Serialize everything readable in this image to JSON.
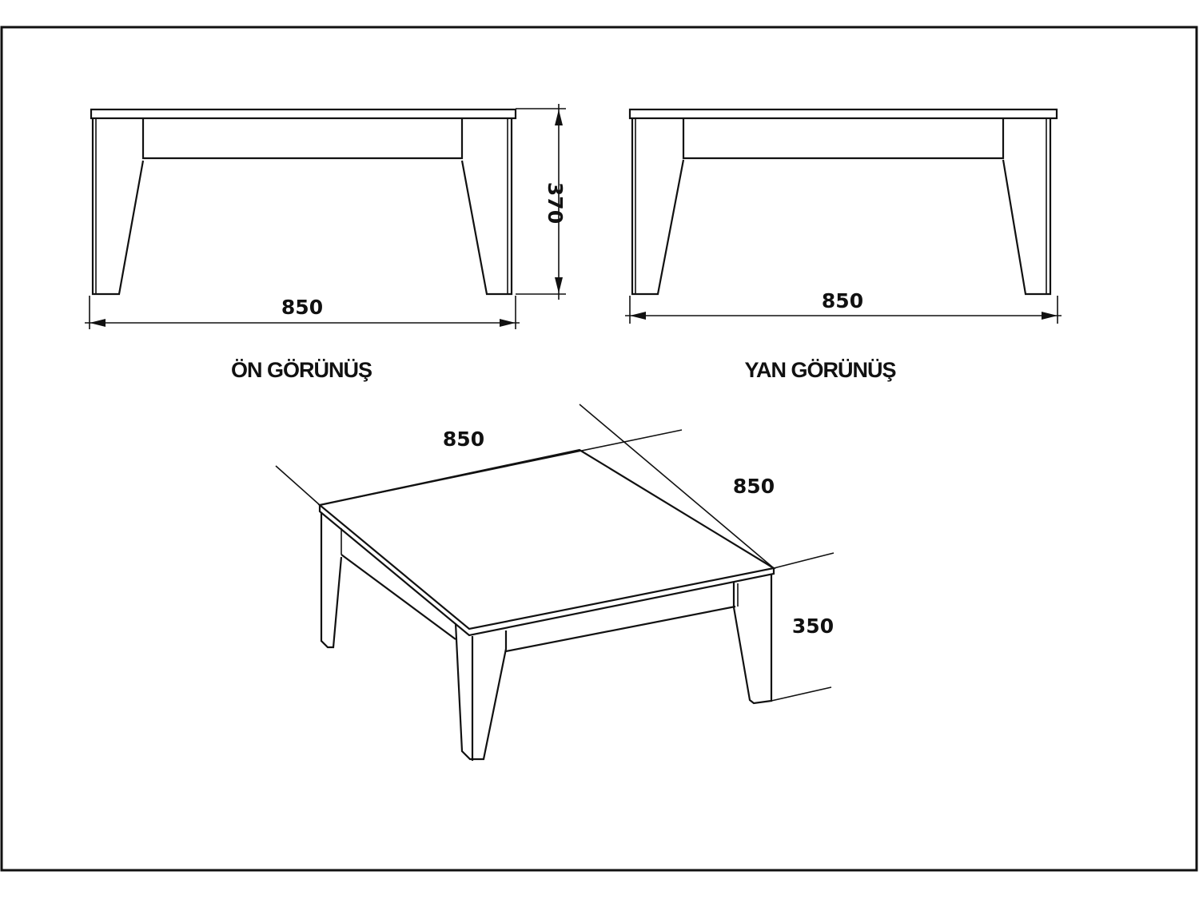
{
  "drawing": {
    "views": {
      "front": {
        "label": "ÖN GÖRÜNÜŞ",
        "width_dim": "850",
        "height_dim": "370"
      },
      "side": {
        "label": "YAN GÖRÜNÜŞ",
        "width_dim": "850"
      },
      "iso": {
        "length_dim": "850",
        "depth_dim": "850",
        "height_dim": "350"
      }
    },
    "colors": {
      "line": "#111111",
      "background": "#ffffff"
    }
  }
}
